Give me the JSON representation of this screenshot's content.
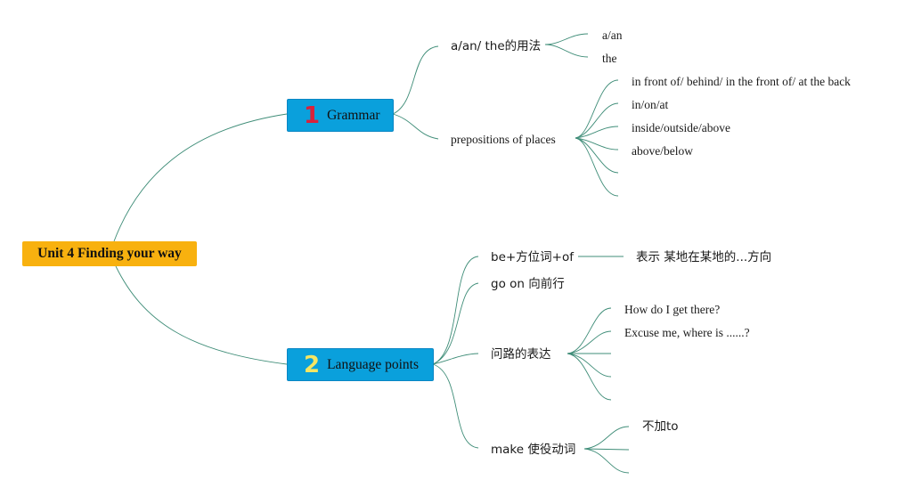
{
  "root": {
    "label": "Unit 4 Finding your way",
    "color": "#f8b10f"
  },
  "branches": [
    {
      "number": "1",
      "number_color": "#d9213b",
      "label": "Grammar",
      "color": "#0aa0dc",
      "topics": [
        {
          "label": "a/an/ the的用法",
          "items": [
            "a/an",
            "the"
          ]
        },
        {
          "label": "prepositions of places",
          "items": [
            "in front of/ behind/ in the front of/ at the back",
            "in/on/at",
            "inside/outside/above",
            "above/below",
            "",
            ""
          ]
        }
      ]
    },
    {
      "number": "2",
      "number_color": "#f5e663",
      "label": "Language points",
      "color": "#0aa0dc",
      "topics": [
        {
          "label": "be+方位词+of",
          "items": [
            "表示 某地在某地的...方向"
          ]
        },
        {
          "label": "go on 向前行",
          "items": []
        },
        {
          "label": "问路的表达",
          "items": [
            "How do I get there?",
            "Excuse me, where is ......?",
            "",
            "",
            ""
          ]
        },
        {
          "label": "make 使役动词",
          "items": [
            "不加to",
            "",
            ""
          ]
        }
      ]
    }
  ],
  "line_color": "#3f8d78"
}
